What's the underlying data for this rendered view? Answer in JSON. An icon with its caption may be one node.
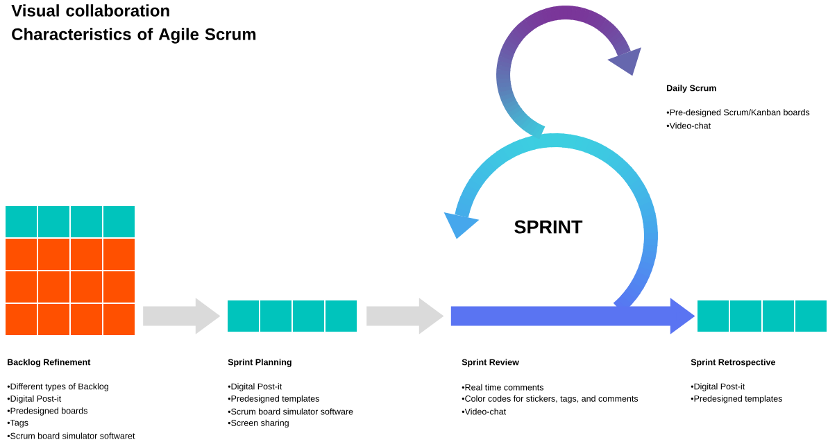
{
  "diagram": {
    "title": "Visual collaboration Characteristics of Agile Scrum",
    "nodes": [
      {
        "text": [],
        "shape": "box",
        "beside": [
          "Backlog Refinement",
          "•Different types of Backlog",
          "•Digital Post-it",
          "•Predesigned boards",
          "•Tags",
          "•Scrum board simulator softwaret"
        ]
      },
      {
        "text": [],
        "shape": "box",
        "beside": [
          "Sprint Planning",
          "•Digital Post-it",
          "•Predesigned templates",
          "•Scrum board simulator software",
          "•Screen sharing"
        ]
      },
      {
        "text": [
          "SPRINT"
        ],
        "beside": [
          "Sprint Review",
          "•Real time comments",
          "•Color codes for stickers, tags, and comments",
          "•Video-chat"
        ]
      },
      {
        "text": [],
        "shape": "box",
        "beside": [
          "Sprint Retrospective",
          "•Digital Post-it",
          "•Predesigned templates"
        ]
      }
    ],
    "edges": [
      {
        "from": 0,
        "to": 1,
        "arrow": "to"
      },
      {
        "from": 1,
        "to": 2,
        "arrow": "to"
      },
      {
        "from": 2,
        "to": 3,
        "arrow": "to",
        "color": "#5a74f2"
      }
    ],
    "labels": [
      "Daily Scrum",
      "•Pre-designed Scrum/Kanban boards",
      "•Video-chat"
    ]
  }
}
